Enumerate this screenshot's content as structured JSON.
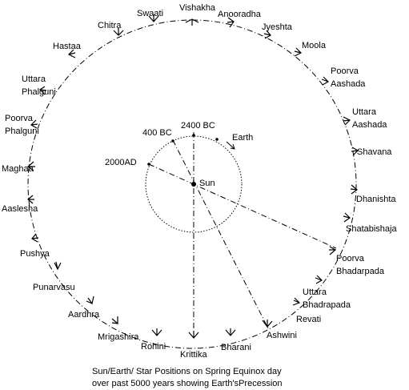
{
  "colors": {
    "ink": "#000000",
    "background": "#ffffff"
  },
  "nakshatras": {
    "vishakha": "Vishakha",
    "anooradha": "Anooradha",
    "jyeshta": "Jyeshta",
    "moola": "Moola",
    "poorva_aashada_1": "Poorva",
    "poorva_aashada_2": "Aashada",
    "uttara_aashada_1": "Uttara",
    "uttara_aashada_2": "Aashada",
    "shavana": "Shavana",
    "dhanishta": "Dhanishta",
    "shatabishaja": "Shatabishaja",
    "poorva_bhadarpada_1": "Poorva",
    "poorva_bhadarpada_2": "Bhadarpada",
    "uttara_bhadrapada_1": "Uttara",
    "uttara_bhadrapada_2": "Bhadrapada",
    "revati": "Revati",
    "ashwini": "Ashwini",
    "bharani": "Bharani",
    "krittika": "Krittika",
    "rohini": "Rohini",
    "mrigashira": "Mrigashira",
    "aardhra": "Aardhra",
    "punarvasu": "Punarvasu",
    "pushya": "Pushya",
    "aaslesha": "Aaslesha",
    "maghaa": "Maghaa",
    "poorva_phalguni_1": "Poorva",
    "poorva_phalguni_2": "Phalguni",
    "uttara_phalguni_1": "Uttara",
    "uttara_phalguni_2": "Phalguni",
    "hastaa": "Hastaa",
    "chitra": "Chitra",
    "swaati": "Swaati"
  },
  "inner": {
    "sun": "Sun",
    "earth": "Earth",
    "bc2400": "2400 BC",
    "bc400": "400 BC",
    "ad2000": "2000AD"
  },
  "caption": {
    "line1": "Sun/Earth/ Star Positions on  Spring  Equinox day",
    "line2": "over past 5000 years showing  Earth'sPrecession"
  }
}
